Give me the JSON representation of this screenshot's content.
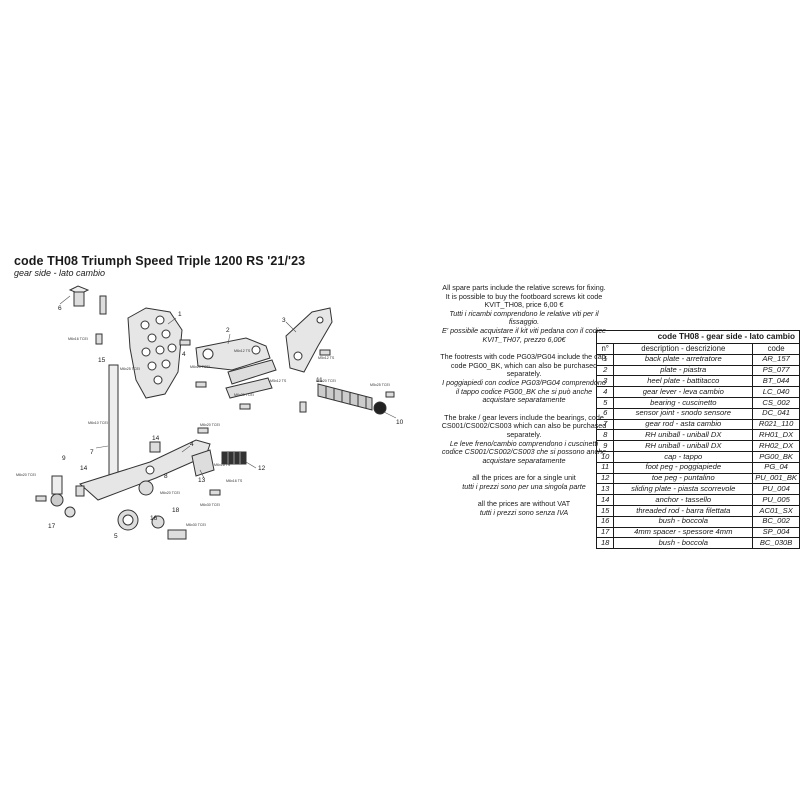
{
  "header": {
    "title": "code TH08 Triumph Speed Triple 1200 RS '21/'23",
    "subtitle": "gear side - lato cambio"
  },
  "notes": [
    {
      "text": "All spare parts include the relative screws for fixing.",
      "italic": false
    },
    {
      "text": "It is possible to buy the footboard screws kit code KVIT_TH08, price 6,00 €",
      "italic": false
    },
    {
      "text": "Tutti i ricambi comprendono le relative viti per il fissaggio.",
      "italic": true
    },
    {
      "text": "E' possibile acquistare il kit viti pedana con il codice KVIT_TH07, prezzo 6,00€",
      "italic": true
    },
    {
      "text": "The footrests with code PG03/PG04 include the cap, code PG00_BK, which can also be purchased separately.",
      "italic": false
    },
    {
      "text": "I poggiapiedi con codice PG03/PG04 comprendono il tappo codice PG00_BK che si può anche acquistare separatamente",
      "italic": true
    },
    {
      "text": "The brake / gear levers include the bearings, code CS001/CS002/CS003 which can also be purchased separately.",
      "italic": false
    },
    {
      "text": "Le leve freno/cambio comprendono i cuscinetti codice CS001/CS002/CS003 che si possono anche acquistare separatamente",
      "italic": true
    },
    {
      "text": "all the prices are for a single unit",
      "italic": false
    },
    {
      "text": "tutti i prezzi sono per una singola parte",
      "italic": true
    },
    {
      "text": "all the prices are without VAT",
      "italic": false
    },
    {
      "text": "tutti i prezzi sono senza IVA",
      "italic": true
    }
  ],
  "table": {
    "title": "code TH08 - gear side - lato cambio",
    "columns": [
      "n°",
      "description - descrizione",
      "code"
    ],
    "rows": [
      [
        "1",
        "back plate - arretratore",
        "AR_157"
      ],
      [
        "2",
        "plate - piastra",
        "PS_077"
      ],
      [
        "3",
        "heel plate - battitacco",
        "BT_044"
      ],
      [
        "4",
        "gear lever - leva cambio",
        "LC_040"
      ],
      [
        "5",
        "bearing - cuscinetto",
        "CS_002"
      ],
      [
        "6",
        "sensor joint - snodo sensore",
        "DC_041"
      ],
      [
        "7",
        "gear rod - asta cambio",
        "R021_110"
      ],
      [
        "8",
        "RH uniball - uniball DX",
        "RH01_DX"
      ],
      [
        "9",
        "RH uniball - uniball DX",
        "RH02_DX"
      ],
      [
        "10",
        "cap - tappo",
        "PG00_BK"
      ],
      [
        "11",
        "foot peg - poggiapiede",
        "PG_04"
      ],
      [
        "12",
        "toe peg - puntalino",
        "PU_001_BK"
      ],
      [
        "13",
        "sliding plate - piasta scorrevole",
        "PU_004"
      ],
      [
        "14",
        "anchor - tassello",
        "PU_005"
      ],
      [
        "15",
        "threaded rod - barra filettata",
        "AC01_SX"
      ],
      [
        "16",
        "bush - boccola",
        "BC_002"
      ],
      [
        "17",
        "4mm spacer - spessore 4mm",
        "SP_004"
      ],
      [
        "18",
        "bush - boccola",
        "BC_030B"
      ]
    ]
  },
  "diagram": {
    "part_labels": [
      "1",
      "2",
      "3",
      "4",
      "4",
      "5",
      "6",
      "7",
      "8",
      "9",
      "10",
      "11",
      "12",
      "13",
      "14",
      "14",
      "15",
      "16",
      "17",
      "18"
    ],
    "screw_labels": [
      "M6x16 TCEI",
      "M6x20 TCEI",
      "M6x20 TCEI",
      "M5x12 TS",
      "M5x20 TCEI",
      "M5x25 TCEI",
      "M5x12 TS",
      "M6x10 TCEI",
      "M6x20 TCEI",
      "M6x16 TS",
      "M6x30 TCEI",
      "M6x20 TCEI",
      "M6x25 TCEI",
      "M6x16 TS",
      "M6x12 TS",
      "M6x20 TCEI",
      "M6x30 TCEI"
    ]
  }
}
